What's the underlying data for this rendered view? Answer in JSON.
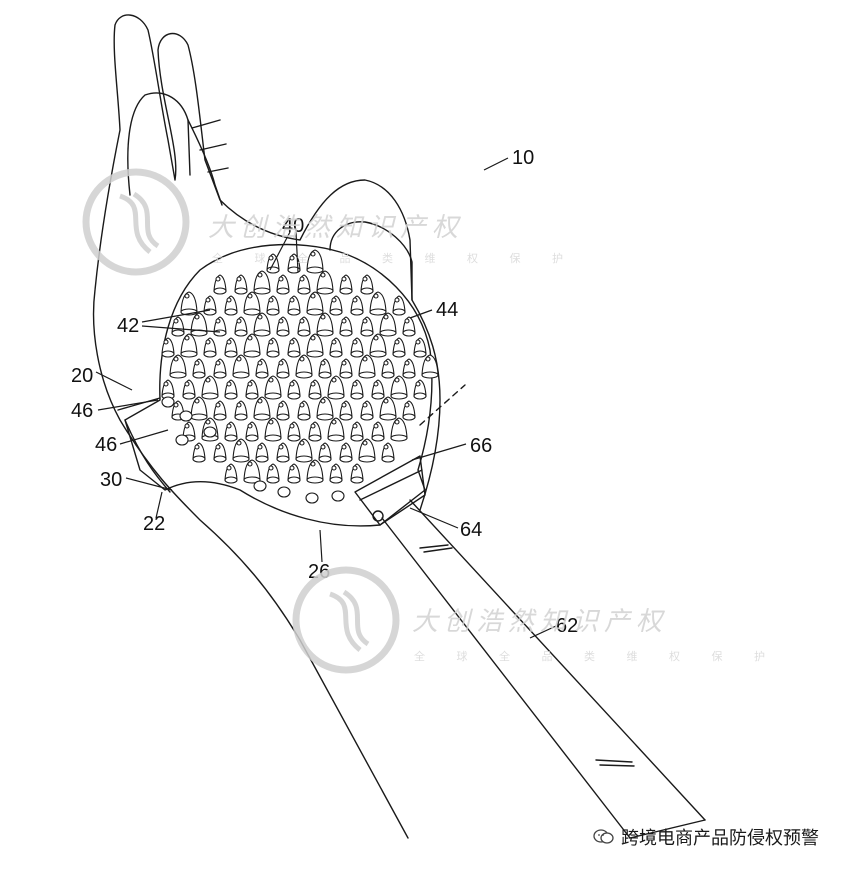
{
  "figure": {
    "ref_labels": {
      "device": "10",
      "glove": "20",
      "palm_panel": "22",
      "edge": "26",
      "wrist": "30",
      "nubs": "40",
      "nubs_b": "42",
      "ring_nubs": "44",
      "holes": "46",
      "holes_b": "46",
      "rod": "62",
      "connector": "64",
      "socket": "66"
    }
  },
  "watermark": {
    "title": "大创浩然知识产权",
    "subtitle": "全 球 全 品 类 维 权 保 护"
  },
  "badge": {
    "label": "跨境电商产品防侵权预警",
    "icon": "wechat-bubble-icon"
  }
}
